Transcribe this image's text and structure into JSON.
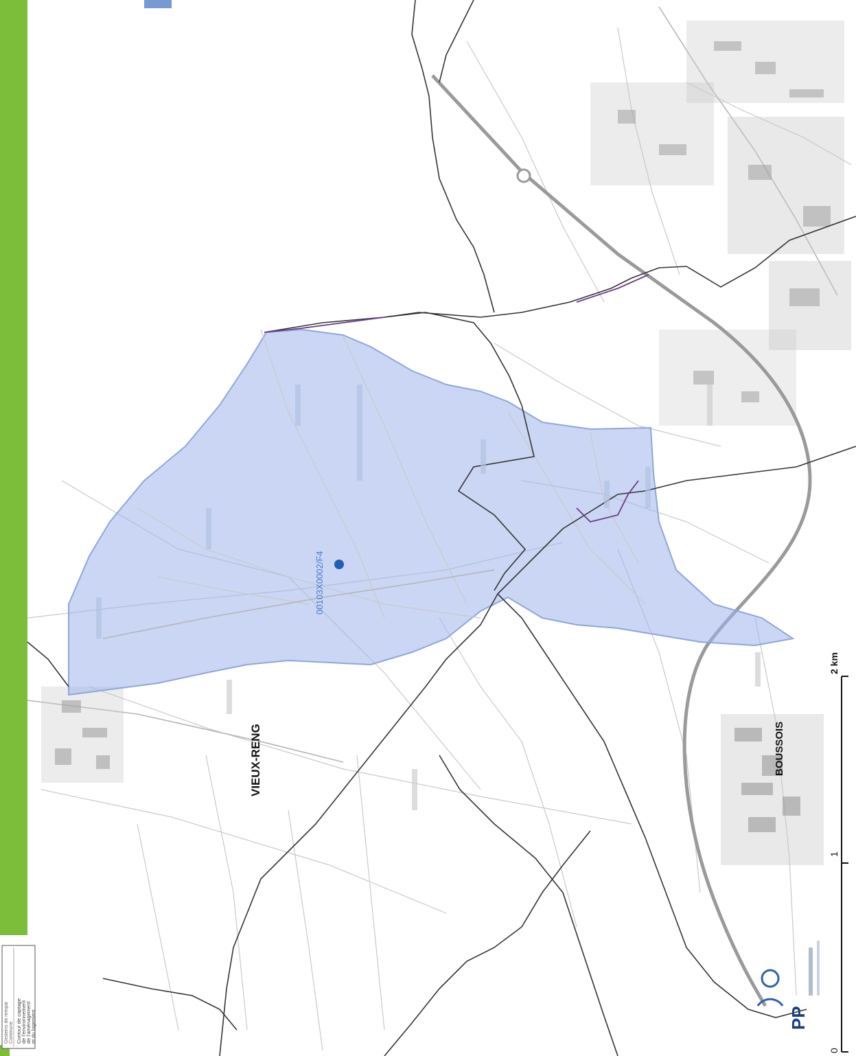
{
  "towns": {
    "vieux_reng": "VIEUX-RENG",
    "boussois": "BOUSSOIS"
  },
  "catchment": {
    "code": "00103X0002/F4"
  },
  "scale_bar": {
    "tick_0": "0",
    "tick_1": "1",
    "tick_2": "2 km"
  },
  "legend": {
    "line_1": "Gesteins de rempar",
    "line_2": "Commune",
    "desc_1": "Contour de captage",
    "desc_2": "de l'environnement",
    "desc_3": "de l'aménagement",
    "desc_4": "et du logement"
  },
  "logo": {
    "text": "PP"
  },
  "colors": {
    "green_bar": "#7cbd3a",
    "catchment_fill": "#9eb5ea",
    "catchment_stroke": "#8fa6dc",
    "well_dot": "#1f5fb5",
    "label_blue": "#4a7ad2",
    "highway": "#9a9a9a",
    "boundary": "#333333",
    "boundary_purple": "#6a3a86"
  }
}
